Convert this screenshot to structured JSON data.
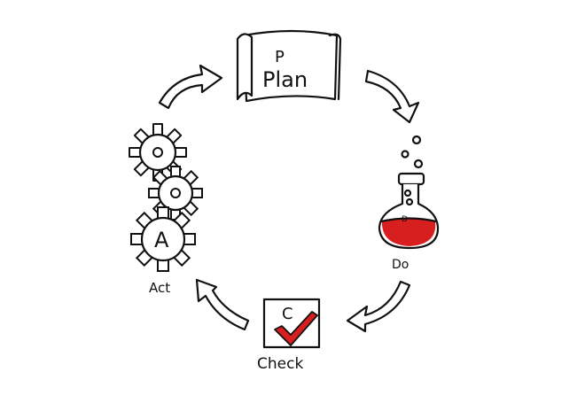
{
  "plan": {
    "letter": "P",
    "label": "Plan"
  },
  "do": {
    "letter": "D",
    "label": "Do"
  },
  "check": {
    "letter": "C",
    "label": "Check"
  },
  "act": {
    "letter": "A",
    "label": "Act"
  },
  "colors": {
    "ink": "#111111",
    "red": "#d81f1f",
    "paper": "#ffffff"
  }
}
